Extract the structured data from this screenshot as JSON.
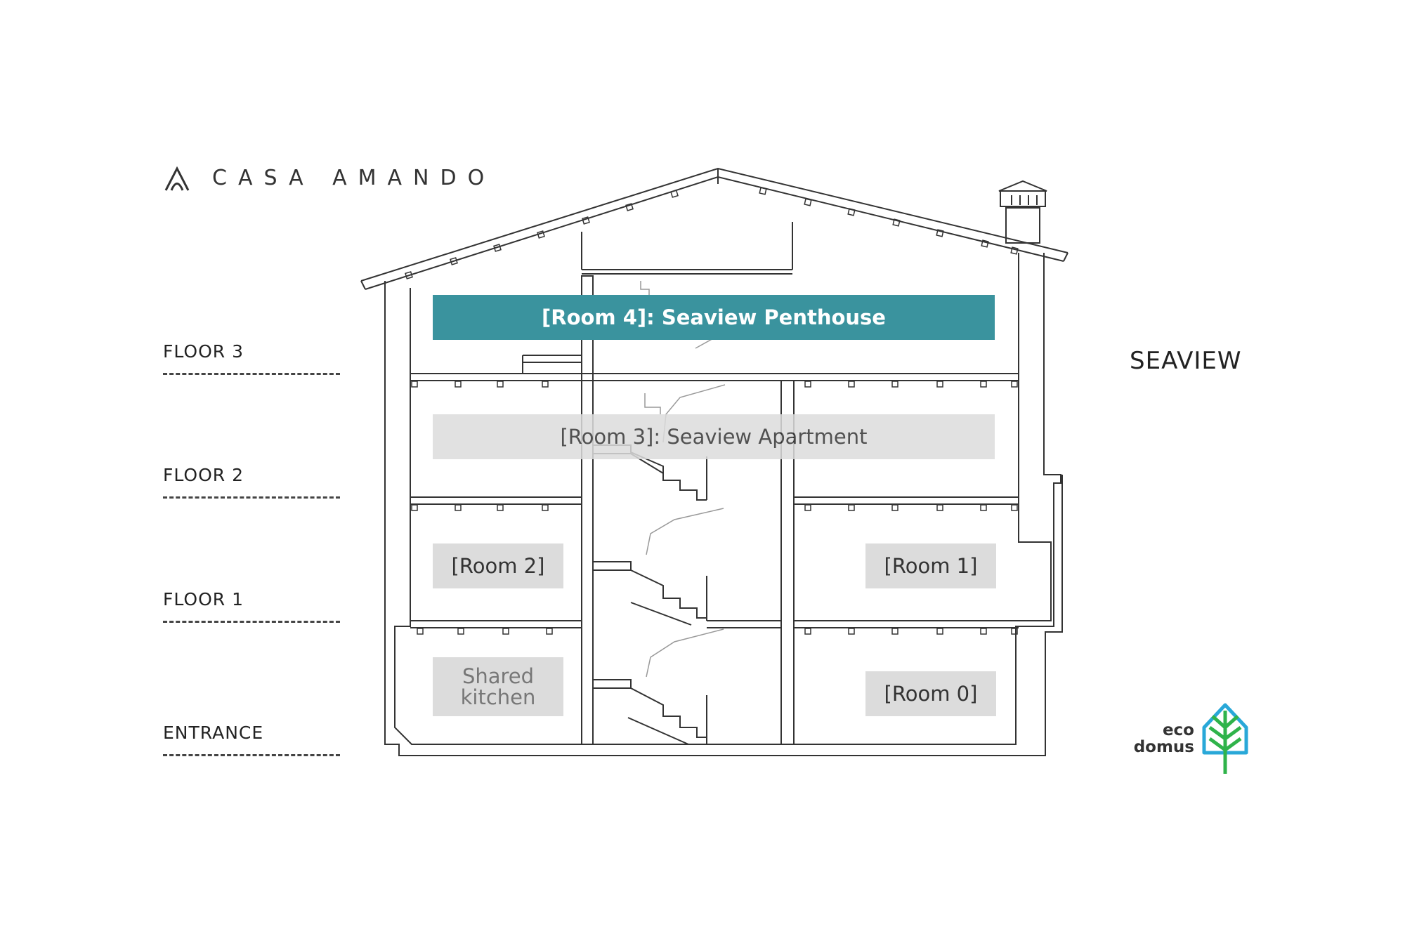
{
  "brand": {
    "name": "CASA AMANDO",
    "icon": "arch-logo-icon"
  },
  "floors": [
    {
      "label": "FLOOR 3"
    },
    {
      "label": "FLOOR 2"
    },
    {
      "label": "FLOOR 1"
    },
    {
      "label": "ENTRANCE"
    }
  ],
  "rooms": {
    "room4": "[Room 4]: Seaview Penthouse",
    "room3": "[Room 3]: Seaview Apartment",
    "room2": "[Room 2]",
    "room1": "[Room 1]",
    "room0": "[Room 0]",
    "kitchen": "Shared kitchen"
  },
  "side_label": "SEAVIEW",
  "eco_logo": {
    "line1": "eco",
    "line2": "domus",
    "icon": "leaf-house-icon"
  },
  "colors": {
    "highlight": "#3a939e",
    "room_box": "#dcdcdc",
    "line": "#333333",
    "eco_blue": "#29a8d8",
    "eco_green": "#2fb34a"
  }
}
